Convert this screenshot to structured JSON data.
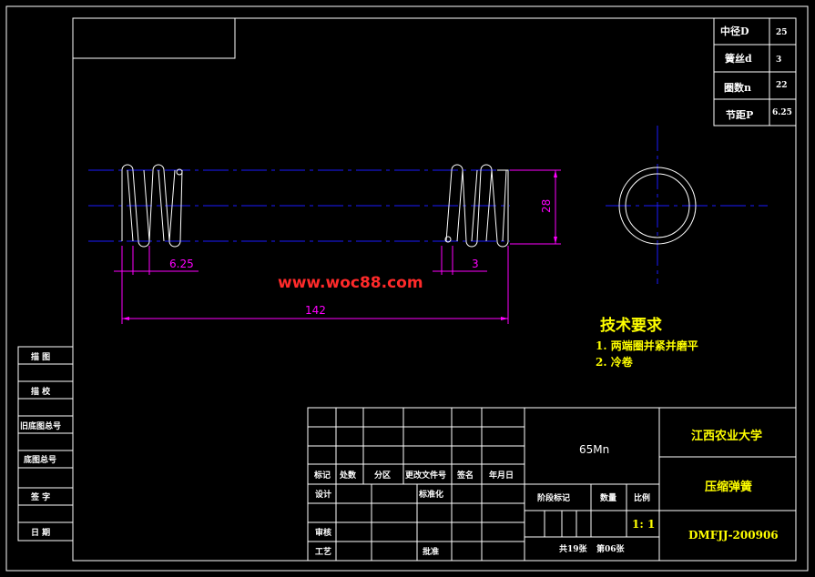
{
  "params": [
    {
      "label": "中径D",
      "value": "25"
    },
    {
      "label": "簧丝d",
      "value": "3"
    },
    {
      "label": "圈数n",
      "value": "22"
    },
    {
      "label": "节距P",
      "value": "6.25"
    }
  ],
  "dimensions": {
    "pitch": "6.25",
    "wire": "3",
    "length": "142",
    "diameter": "28"
  },
  "watermark": "www.woc88.com",
  "requirements": {
    "title": "技术要求",
    "items": [
      "1. 两端圈并紧并磨平",
      "2. 冷卷"
    ]
  },
  "side_labels": [
    "描 图",
    "描 校",
    "旧底图总号",
    "底图总号",
    "签 字",
    "日 期"
  ],
  "title_block": {
    "material": "65Mn",
    "university": "江西农业大学",
    "part_name": "压缩弹簧",
    "drawing_no": "DMFJJ-200906",
    "h_mark": "标记",
    "h_count": "处数",
    "h_zone": "分区",
    "h_doc": "更改文件号",
    "h_sign": "签名",
    "h_date": "年月日",
    "design": "设计",
    "standard": "标准化",
    "stage": "阶段标记",
    "qty": "数量",
    "scale_lbl": "比例",
    "scale": "1: 1",
    "review": "审核",
    "process": "工艺",
    "approve": "批准",
    "sheets": "共19张",
    "sheet": "第06张"
  },
  "colors": {
    "frame": "#ffffff",
    "center": "#1a1aff",
    "dimension": "#ff00ff",
    "text": "#ffff00",
    "watermark": "#ff0000"
  }
}
